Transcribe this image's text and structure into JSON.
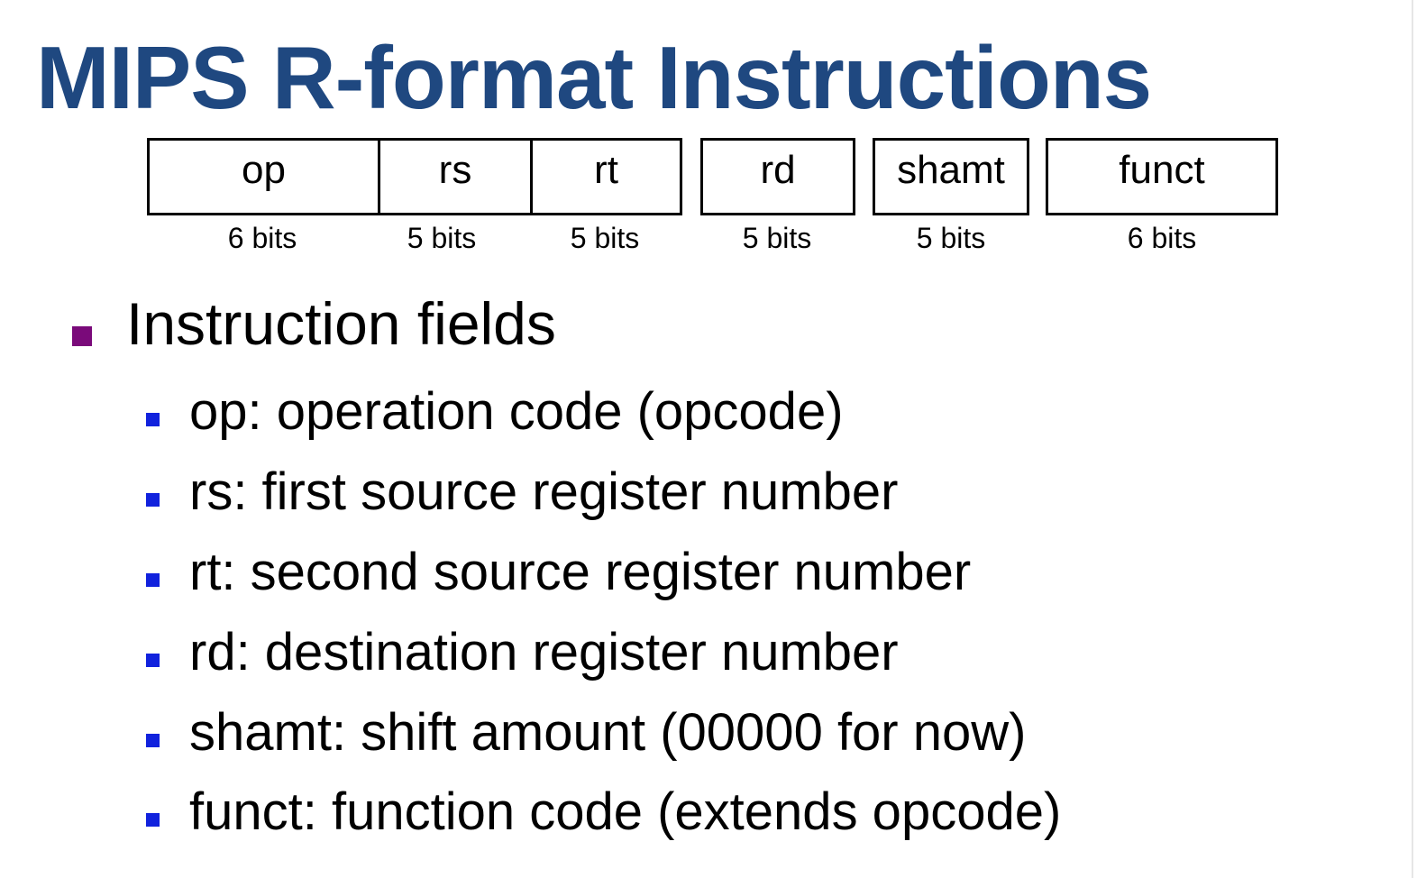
{
  "title": "MIPS R-format Instructions",
  "format_fields": [
    {
      "name": "op",
      "bits": "6 bits"
    },
    {
      "name": "rs",
      "bits": "5 bits"
    },
    {
      "name": "rt",
      "bits": "5 bits"
    },
    {
      "name": "rd",
      "bits": "5 bits"
    },
    {
      "name": "shamt",
      "bits": "5 bits"
    },
    {
      "name": "funct",
      "bits": "6 bits"
    }
  ],
  "main_bullet": "Instruction fields",
  "sub_bullets": [
    "op: operation code (opcode)",
    "rs: first source register number",
    "rt: second source register number",
    "rd: destination register number",
    "shamt: shift amount (00000 for now)",
    "funct: function code (extends opcode)"
  ],
  "colors": {
    "title": "#1f4880",
    "bullet_level1": "#7a0a7a",
    "bullet_level2": "#1122dd"
  }
}
